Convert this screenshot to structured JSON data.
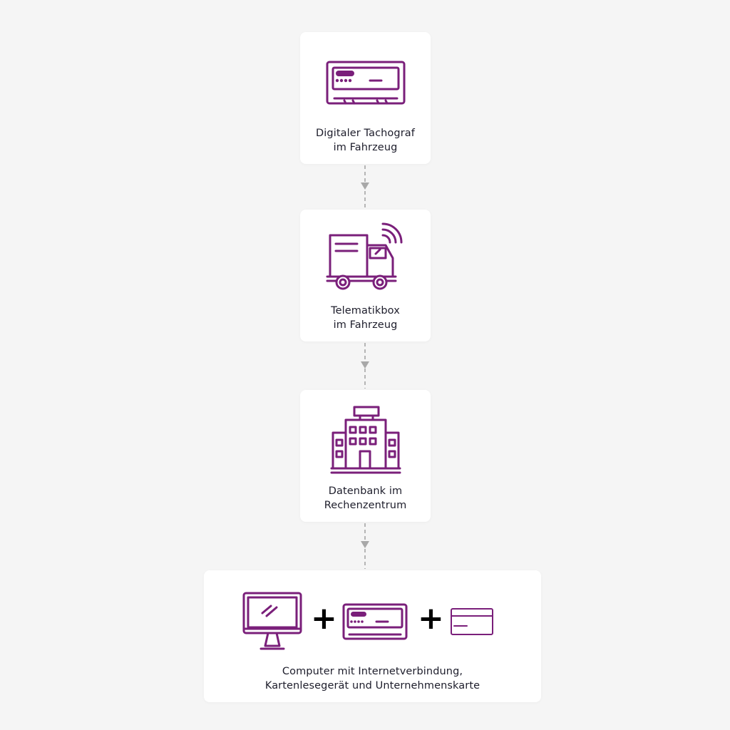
{
  "colors": {
    "accent": "#7a1f7a",
    "connector": "#b5b5b5",
    "card": "#ffffff",
    "background": "#f5f5f5",
    "text": "#1d1d2b"
  },
  "steps": [
    {
      "label": "Digitaler Tachograf\nim Fahrzeug",
      "icon": "tachograph-icon"
    },
    {
      "label": "Telematikbox\nim Fahrzeug",
      "icon": "truck-wireless-icon"
    },
    {
      "label": "Datenbank im\nRechenzentrum",
      "icon": "data-center-building-icon"
    },
    {
      "label": "Computer mit Internetverbindung,\nKartenlesegerät und Unternehmenskarte",
      "icons": [
        "computer-monitor-icon",
        "card-reader-icon",
        "company-card-icon"
      ]
    }
  ],
  "plus_sign": "+"
}
